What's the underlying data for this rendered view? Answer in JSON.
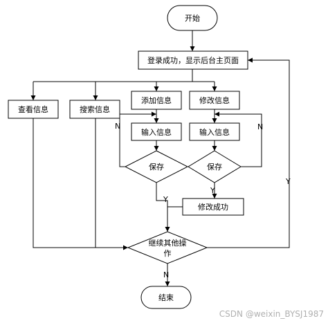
{
  "nodes": {
    "start": "开始",
    "login": "登录成功，显示后台主页面",
    "view": "查看信息",
    "search": "搜索信息",
    "add": "添加信息",
    "modify": "修改信息",
    "input_add": "输入信息",
    "input_modify": "输入信息",
    "save_add": "保存",
    "save_modify": "保存",
    "modify_success": "修改成功",
    "continue_line1": "继续其他操",
    "continue_line2": "作",
    "end": "结束"
  },
  "edge_labels": {
    "add_no": "N",
    "modify_no": "N",
    "add_yes": "Y",
    "modify_yes": "Y",
    "continue_yes": "Y",
    "continue_no": "N"
  },
  "watermark": "CSDN @weixin_BYSJ1987"
}
